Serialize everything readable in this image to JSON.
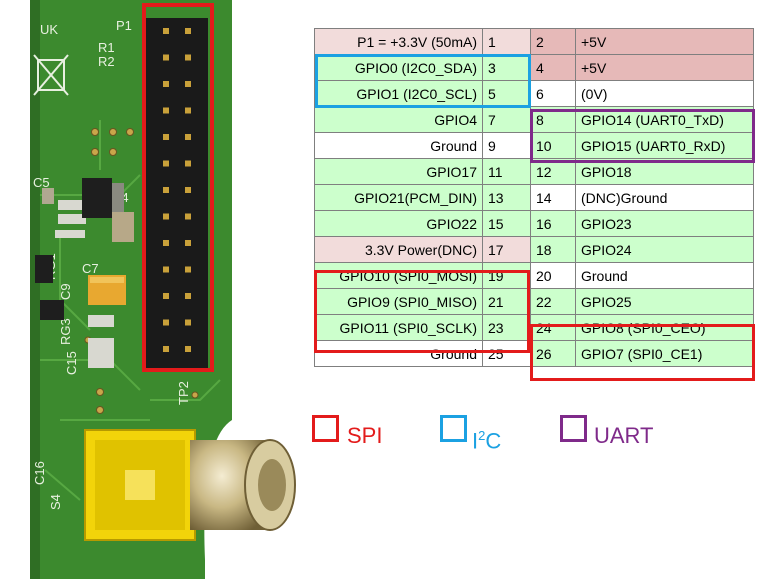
{
  "board": {
    "silkscreen": [
      "UK",
      "P1",
      "R1",
      "R2",
      "C5",
      "C4",
      "C7",
      "RG1",
      "C9",
      "RG3",
      "C15",
      "C16",
      "S4",
      "TP2"
    ]
  },
  "pins": [
    {
      "left_name": "P1 = +3.3V (50mA)",
      "left_pin": "1",
      "right_pin": "2",
      "right_name": "+5V",
      "left_color": "c-dnc",
      "right_color": "c-power"
    },
    {
      "left_name": "GPIO0 (I2C0_SDA)",
      "left_pin": "3",
      "right_pin": "4",
      "right_name": "+5V",
      "left_color": "c-gpio",
      "right_color": "c-power"
    },
    {
      "left_name": "GPIO1 (I2C0_SCL)",
      "left_pin": "5",
      "right_pin": "6",
      "right_name": "(0V)",
      "left_color": "c-gpio",
      "right_color": "c-white"
    },
    {
      "left_name": "GPIO4",
      "left_pin": "7",
      "right_pin": "8",
      "right_name": "GPIO14 (UART0_TxD)",
      "left_color": "c-gpio",
      "right_color": "c-gpio"
    },
    {
      "left_name": "Ground",
      "left_pin": "9",
      "right_pin": "10",
      "right_name": "GPIO15 (UART0_RxD)",
      "left_color": "c-white",
      "right_color": "c-gpio"
    },
    {
      "left_name": "GPIO17",
      "left_pin": "11",
      "right_pin": "12",
      "right_name": "GPIO18",
      "left_color": "c-gpio",
      "right_color": "c-gpio"
    },
    {
      "left_name": "GPIO21(PCM_DIN)",
      "left_pin": "13",
      "right_pin": "14",
      "right_name": "(DNC)Ground",
      "left_color": "c-gpio",
      "right_color": "c-white"
    },
    {
      "left_name": "GPIO22",
      "left_pin": "15",
      "right_pin": "16",
      "right_name": "GPIO23",
      "left_color": "c-gpio",
      "right_color": "c-gpio"
    },
    {
      "left_name": "3.3V  Power(DNC)",
      "left_pin": "17",
      "right_pin": "18",
      "right_name": "GPIO24",
      "left_color": "c-dnc",
      "right_color": "c-gpio"
    },
    {
      "left_name": "GPIO10 (SPI0_MOSI)",
      "left_pin": "19",
      "right_pin": "20",
      "right_name": "Ground",
      "left_color": "c-gpio",
      "right_color": "c-white"
    },
    {
      "left_name": "GPIO9 (SPI0_MISO)",
      "left_pin": "21",
      "right_pin": "22",
      "right_name": "GPIO25",
      "left_color": "c-gpio",
      "right_color": "c-gpio"
    },
    {
      "left_name": "GPIO11 (SPI0_SCLK)",
      "left_pin": "23",
      "right_pin": "24",
      "right_name": "GPIO8 (SPI0_CEO)",
      "left_color": "c-gpio",
      "right_color": "c-gpio"
    },
    {
      "left_name": "Ground",
      "left_pin": "25",
      "right_pin": "26",
      "right_name": "GPIO7 (SPI0_CE1)",
      "left_color": "c-white",
      "right_color": "c-gpio"
    }
  ],
  "legend": {
    "spi": {
      "label": "SPI",
      "color": "#e31b1b"
    },
    "i2c": {
      "label_main": "I",
      "label_sup": "2",
      "label_tail": "C",
      "color": "#1ba1e2"
    },
    "uart": {
      "label": "UART",
      "color": "#7f2a8a"
    }
  },
  "colors": {
    "pcb": "#3c8a2e",
    "header_outline": "#e31b1b",
    "power_cell": "#e6b9b8",
    "gpio_cell": "#ccffcc",
    "dnc_cell": "#f2dcdb"
  }
}
